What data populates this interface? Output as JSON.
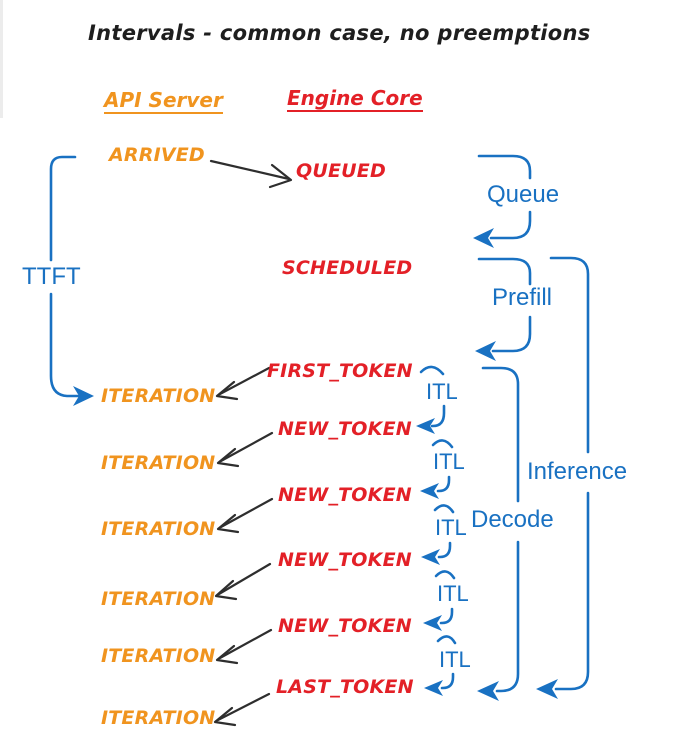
{
  "title": "Intervals - common case, no preemptions",
  "columns": {
    "api_server": "API Server",
    "engine_core": "Engine Core"
  },
  "api_server_rows": [
    "ARRIVED",
    "ITERATION",
    "ITERATION",
    "ITERATION",
    "ITERATION",
    "ITERATION",
    "ITERATION"
  ],
  "engine_core_rows": [
    "QUEUED",
    "SCHEDULED",
    "FIRST_TOKEN",
    "NEW_TOKEN",
    "NEW_TOKEN",
    "NEW_TOKEN",
    "NEW_TOKEN",
    "LAST_TOKEN"
  ],
  "interval_labels": {
    "ttft": "TTFT",
    "queue": "Queue",
    "prefill": "Prefill",
    "itl": "ITL",
    "decode": "Decode",
    "inference": "Inference"
  },
  "colors": {
    "api_server_color": "#f0941f",
    "engine_core_color": "#e32027",
    "interval_color": "#1971c2",
    "arrow_color": "#2e2e2e"
  }
}
